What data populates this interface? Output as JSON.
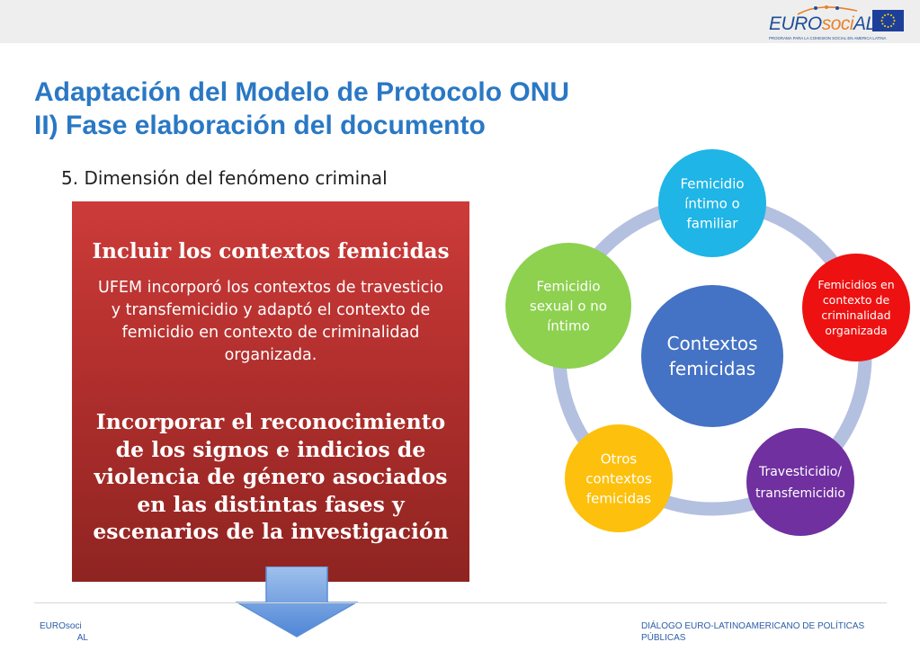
{
  "header": {
    "logo_word_a": "EURO",
    "logo_word_b": "soci",
    "logo_word_c": "AL",
    "logo_tagline": "PROGRAMA PARA LA COHESION SOCIAL EN AMERICA LATINA"
  },
  "slide": {
    "title_line1": "Adaptación del Modelo de Protocolo ONU",
    "title_line2": "II) Fase elaboración del documento",
    "subtitle": "5. Dimensión del fenómeno criminal"
  },
  "red_box": {
    "heading": "Incluir los contextos femicidas",
    "paragraph": "UFEM incorporó los contextos de travesticio y transfemicidio y adaptó el contexto de femicidio en contexto de criminalidad organizada.",
    "heading2": "Incorporar el reconocimiento de los signos e indicios de violencia de género asociados en las distintas fases y escenarios de la investigación"
  },
  "diagram": {
    "center": {
      "lines": [
        "Contextos",
        "femicidas"
      ],
      "color": "#4472c4"
    },
    "ring_color": "#b4c0e0",
    "nodes": [
      {
        "lines": [
          "Femicidio",
          "íntimo o",
          "familiar"
        ],
        "color": "#1fb5e6"
      },
      {
        "lines": [
          "Femicidios en",
          "contexto de",
          "criminalidad",
          "organizada"
        ],
        "color": "#ee1111"
      },
      {
        "lines": [
          "Travesticidio/",
          "transfemicidio"
        ],
        "color": "#7030a0"
      },
      {
        "lines": [
          "Otros",
          "contextos",
          "femicidas"
        ],
        "color": "#fdc00c"
      },
      {
        "lines": [
          "Femicidio",
          "sexual o no",
          "íntimo"
        ],
        "color": "#8dd14f"
      }
    ]
  },
  "footer": {
    "left_line1": "EUROsoci",
    "left_line2": "AL",
    "right_line1": "DIÁLOGO EURO-LATINOAMERICANO DE POLÍTICAS",
    "right_line2": "PÚBLICAS"
  }
}
